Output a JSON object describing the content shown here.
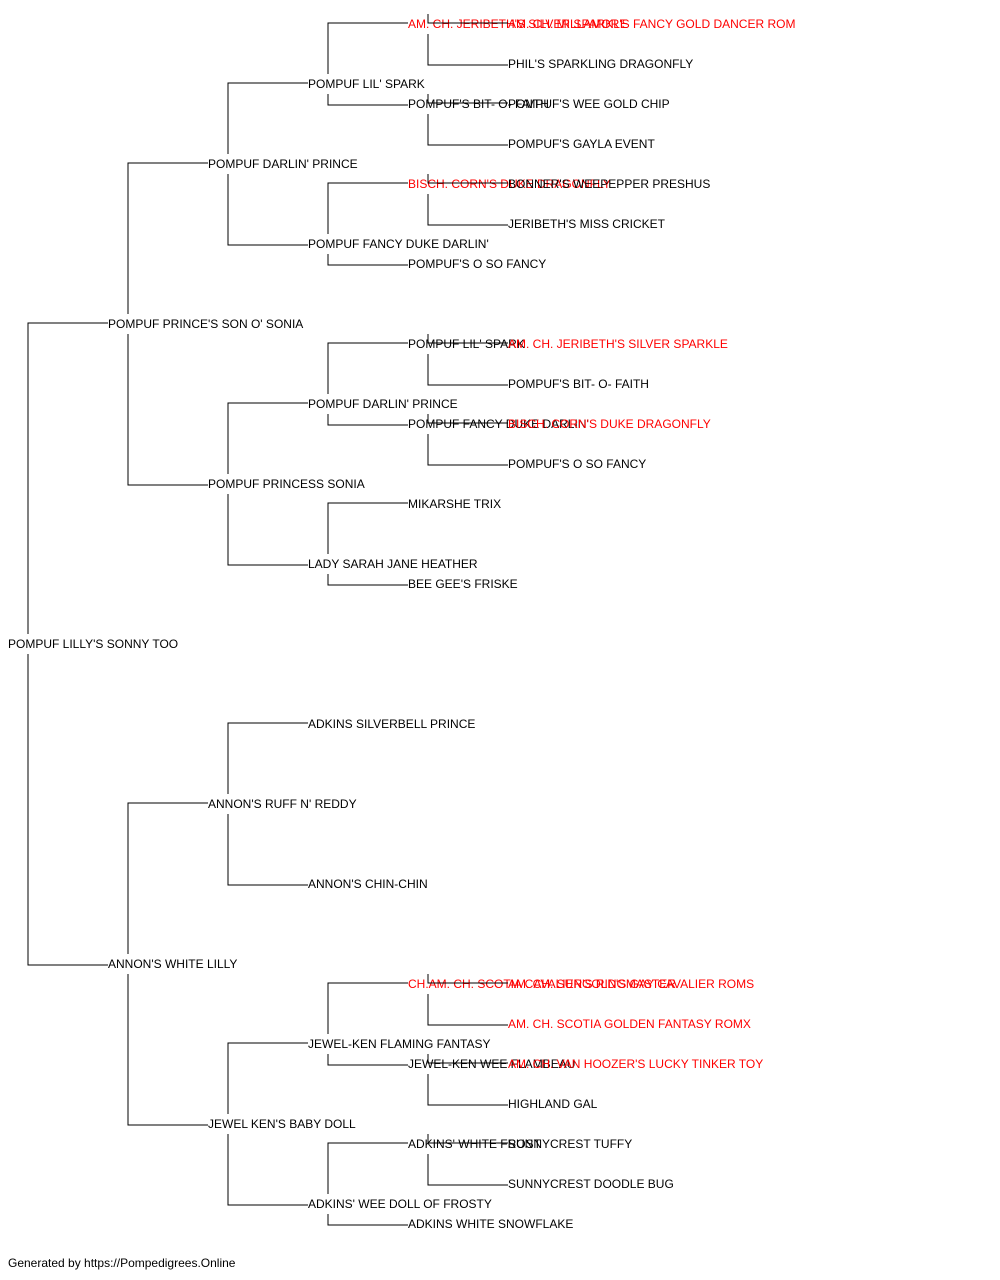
{
  "colors": {
    "normal": "#000000",
    "champion": "#ff0000",
    "line": "#000000"
  },
  "footer": "Generated by https://Pompedigrees.Online",
  "pedigree": {
    "name": "POMPUF LILLY'S SONNY TOO",
    "sire": {
      "name": "POMPUF PRINCE'S SON O' SONIA",
      "sire": {
        "name": "POMPUF DARLIN' PRINCE",
        "sire": {
          "name": "POMPUF LIL' SPARK",
          "sire": {
            "name": "AM. CH. JERIBETH'S SILVER SPARKLE",
            "champion": true,
            "sire": {
              "name": "AM. CH. MILLAMOR'S FANCY GOLD DANCER ROM",
              "champion": true
            },
            "dam": {
              "name": "PHIL'S SPARKLING DRAGONFLY"
            }
          },
          "dam": {
            "name": "POMPUF'S BIT- O- FAITH",
            "sire": {
              "name": "POMPUF'S WEE GOLD CHIP"
            },
            "dam": {
              "name": "POMPUF'S GAYLA EVENT"
            }
          }
        },
        "dam": {
          "name": "POMPUF FANCY DUKE DARLIN'",
          "sire": {
            "name": "BISCH. CORN'S DUKE DRAGONFLY",
            "champion": true,
            "sire": {
              "name": "BONNER'S WEEPEPPER PRESHUS"
            },
            "dam": {
              "name": "JERIBETH'S MISS CRICKET"
            }
          },
          "dam": {
            "name": "POMPUF'S O SO FANCY"
          }
        }
      },
      "dam": {
        "name": "POMPUF PRINCESS SONIA",
        "sire": {
          "name": "POMPUF DARLIN' PRINCE",
          "sire": {
            "name": "POMPUF LIL' SPARK",
            "sire": {
              "name": "AM. CH. JERIBETH'S SILVER SPARKLE",
              "champion": true
            },
            "dam": {
              "name": "POMPUF'S BIT- O- FAITH"
            }
          },
          "dam": {
            "name": "POMPUF FANCY DUKE DARLIN'",
            "sire": {
              "name": "BISCH. CORN'S DUKE DRAGONFLY",
              "champion": true
            },
            "dam": {
              "name": "POMPUF'S O SO FANCY"
            }
          }
        },
        "dam": {
          "name": "LADY SARAH JANE HEATHER",
          "sire": {
            "name": "MIKARSHE TRIX"
          },
          "dam": {
            "name": "BEE GEE'S FRISKE"
          }
        }
      }
    },
    "dam": {
      "name": "ANNON'S WHITE LILLY",
      "sire": {
        "name": "ANNON'S RUFF N' REDDY",
        "sire": {
          "name": "ADKINS SILVERBELL PRINCE"
        },
        "dam": {
          "name": "ANNON'S CHIN-CHIN"
        }
      },
      "dam": {
        "name": "JEWEL KEN'S BABY DOLL",
        "sire": {
          "name": "JEWEL-KEN FLAMING FANTASY",
          "sire": {
            "name": "CH.AM. CH. SCOTIA CAVALIER'S RINGMASTER",
            "champion": true,
            "sire": {
              "name": "AM. CH. SUNGOLD'S GAY CAVALIER ROMS",
              "champion": true
            },
            "dam": {
              "name": "AM. CH. SCOTIA GOLDEN FANTASY ROMX",
              "champion": true
            }
          },
          "dam": {
            "name": "JEWEL-KEN WEE FLAMBEAU",
            "sire": {
              "name": "AM. CH. VAN HOOZER'S LUCKY TINKER TOY",
              "champion": true
            },
            "dam": {
              "name": "HIGHLAND GAL"
            }
          }
        },
        "dam": {
          "name": "ADKINS' WEE DOLL OF FROSTY",
          "sire": {
            "name": "ADKINS' WHITE FROST",
            "sire": {
              "name": "SUNNYCREST TUFFY"
            },
            "dam": {
              "name": "SUNNYCREST DOODLE BUG"
            }
          },
          "dam": {
            "name": "ADKINS WHITE SNOWFLAKE"
          }
        }
      }
    }
  }
}
